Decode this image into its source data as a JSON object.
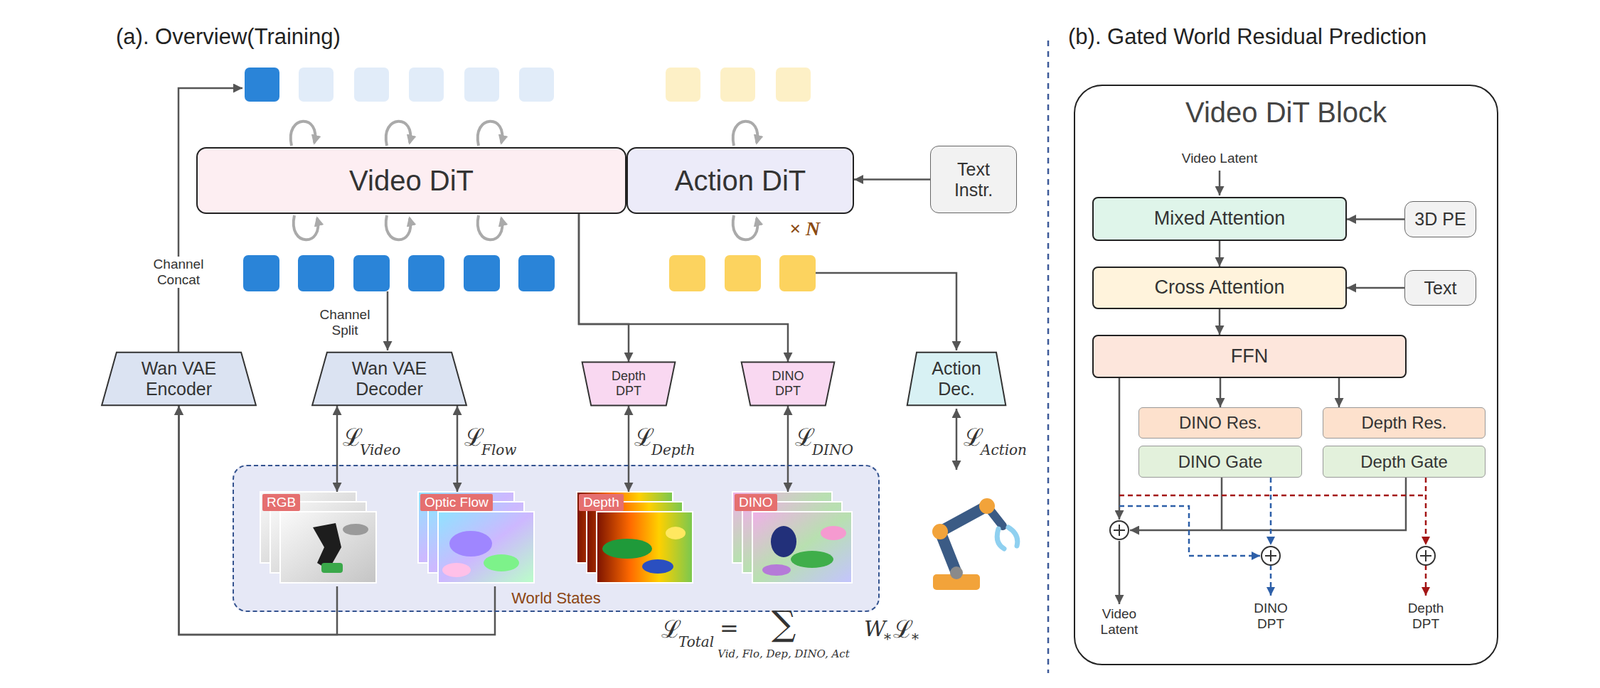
{
  "diagram": {
    "nodes": [
      {
        "text": [
          "Video DiT"
        ]
      },
      {
        "text": [
          "Action DiT"
        ]
      },
      {
        "text": [
          "Text Instr."
        ]
      },
      {
        "text": [
          "Wan VAE Encoder"
        ]
      },
      {
        "text": [
          "Wan VAE Decoder"
        ]
      },
      {
        "text": [
          "Depth DPT"
        ]
      },
      {
        "text": [
          "DINO DPT"
        ]
      },
      {
        "text": [
          "Action Dec."
        ]
      },
      {
        "text": [
          "World States"
        ]
      },
      {
        "text": [
          "RGB"
        ],
        "in": 8
      },
      {
        "text": [
          "Optic Flow"
        ],
        "in": 8
      },
      {
        "text": [
          "Depth"
        ],
        "in": 8
      },
      {
        "text": [
          "DINO"
        ],
        "in": 8
      },
      {
        "text": [
          "Video DiT Block"
        ]
      },
      {
        "text": [
          "Mixed Attention"
        ],
        "in": 13
      },
      {
        "text": [
          "3D PE"
        ],
        "in": 13
      },
      {
        "text": [
          "Cross Attention"
        ],
        "in": 13
      },
      {
        "text": [
          "Text"
        ],
        "in": 13
      },
      {
        "text": [
          "FFN"
        ],
        "in": 13
      },
      {
        "text": [
          "DINO Res."
        ],
        "in": 13
      },
      {
        "text": [
          "Depth Res."
        ],
        "in": 13
      },
      {
        "text": [
          "DINO Gate"
        ],
        "in": 13
      },
      {
        "text": [
          "Depth Gate"
        ],
        "in": 13
      }
    ],
    "edges": [
      {
        "from": 2,
        "to": 1,
        "arrow": "to"
      },
      {
        "from": 0,
        "to": 5,
        "arrow": "to"
      },
      {
        "from": 0,
        "to": 6,
        "arrow": "to"
      },
      {
        "from": 4,
        "to": 9,
        "arrow": "both"
      },
      {
        "from": 4,
        "to": 10,
        "arrow": "both"
      },
      {
        "from": 5,
        "to": 11,
        "arrow": "both"
      },
      {
        "from": 6,
        "to": 12,
        "arrow": "both"
      },
      {
        "from": 9,
        "to": 3,
        "arrow": "to"
      },
      {
        "from": 10,
        "to": 3,
        "arrow": "to"
      },
      {
        "from": 15,
        "to": 14,
        "arrow": "to"
      },
      {
        "from": 14,
        "to": 16,
        "arrow": "to"
      },
      {
        "from": 17,
        "to": 16,
        "arrow": "to"
      },
      {
        "from": 16,
        "to": 18,
        "arrow": "to"
      },
      {
        "from": 18,
        "to": 19,
        "arrow": "to"
      },
      {
        "from": 18,
        "to": 20,
        "arrow": "to"
      }
    ],
    "labels": [
      "(a). Overview(Training)",
      "(b). Gated World Residual Prediction",
      "Channel Concat",
      "Channel Split",
      "× N",
      "ℒ",
      "Video",
      "ℒ",
      "Flow",
      "ℒ",
      "Depth",
      "ℒ",
      "DINO",
      "ℒ",
      "Action",
      "ℒ",
      "Total",
      "=",
      "∑",
      "Vid, Flo, Dep, DINO, Act",
      "W",
      "*",
      "ℒ",
      "*",
      "Video Latent",
      "Video Latent",
      "DINO DPT",
      "Depth DPT"
    ]
  }
}
